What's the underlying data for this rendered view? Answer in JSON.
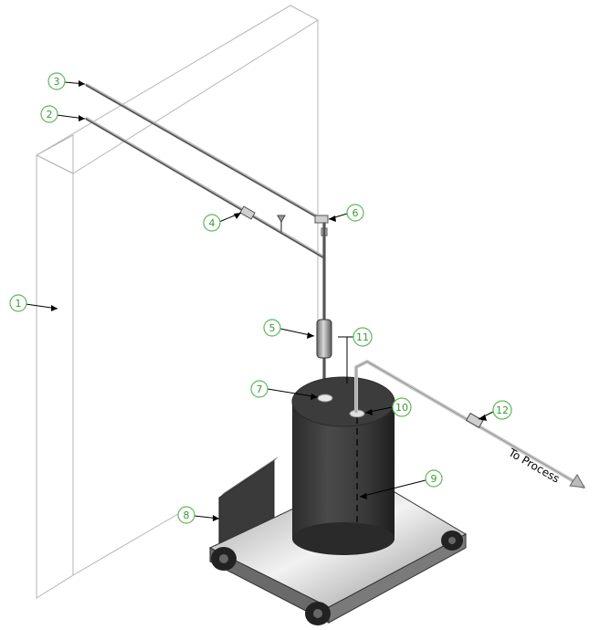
{
  "callouts": [
    {
      "id": "1",
      "label": "1",
      "target": "wall"
    },
    {
      "id": "2",
      "label": "2",
      "target": "lower-supply-pipe"
    },
    {
      "id": "3",
      "label": "3",
      "target": "upper-supply-pipe"
    },
    {
      "id": "4",
      "label": "4",
      "target": "pipe-fitting"
    },
    {
      "id": "5",
      "label": "5",
      "target": "inline-cylinder"
    },
    {
      "id": "6",
      "label": "6",
      "target": "tee-fitting"
    },
    {
      "id": "7",
      "label": "7",
      "target": "fill-port"
    },
    {
      "id": "8",
      "label": "8",
      "target": "cart-handle"
    },
    {
      "id": "9",
      "label": "9",
      "target": "dip-tube"
    },
    {
      "id": "10",
      "label": "10",
      "target": "outlet-port"
    },
    {
      "id": "11",
      "label": "11",
      "target": "outlet-pipe"
    },
    {
      "id": "12",
      "label": "12",
      "target": "outlet-fitting"
    }
  ],
  "process_label": "To Process"
}
